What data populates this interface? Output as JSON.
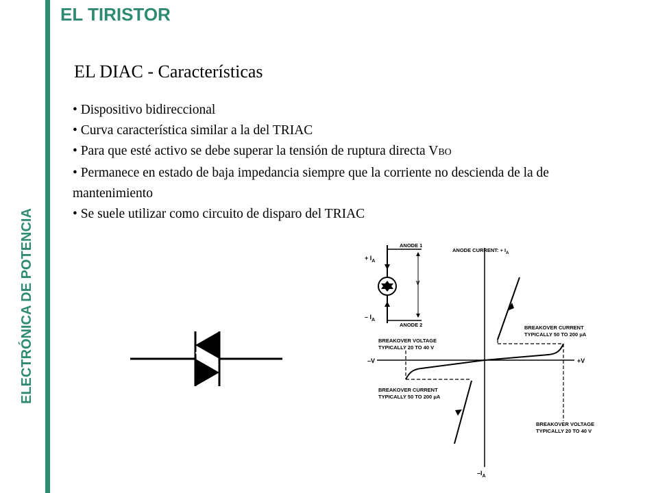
{
  "header": {
    "title": "EL TIRISTOR"
  },
  "sidebar": {
    "label": "ELECTRÓNICA DE POTENCIA",
    "accent_color": "#2e8b72"
  },
  "slide": {
    "title": "EL DIAC - Características",
    "bullets": [
      "• Dispositivo bidireccional",
      "• Curva característica similar a la del TRIAC",
      "• Para que esté activo se debe superar la tensión de ruptura directa V",
      "• Permanece en estado de baja impedancia siempre que la corriente no descienda de la de mantenimiento",
      "• Se suele utilizar como circuito de disparo del TRIAC"
    ],
    "vbo_subscript": "BO"
  },
  "figure": {
    "anode1": "ANODE 1",
    "anode2": "ANODE 2",
    "plus_ia": "+ I",
    "minus_ia": "– I",
    "sub_a": "A",
    "v": "V",
    "anode_current": "ANODE CURRENT: + I",
    "breakover_current_top": [
      "BREAKOVER CURRENT",
      "TYPICALLY 50 TO 200 μA"
    ],
    "breakover_voltage_left": [
      "BREAKOVER VOLTAGE",
      "TYPICALLY 20 TO 40 V"
    ],
    "breakover_current_bottom": [
      "BREAKOVER CURRENT",
      "TYPICALLY 50 TO 200 μA"
    ],
    "breakover_voltage_right": [
      "BREAKOVER VOLTAGE",
      "TYPICALLY 20 TO 40 V"
    ],
    "minus_v": "–V",
    "plus_v": "+V",
    "minus_ia_axis": "–I"
  }
}
